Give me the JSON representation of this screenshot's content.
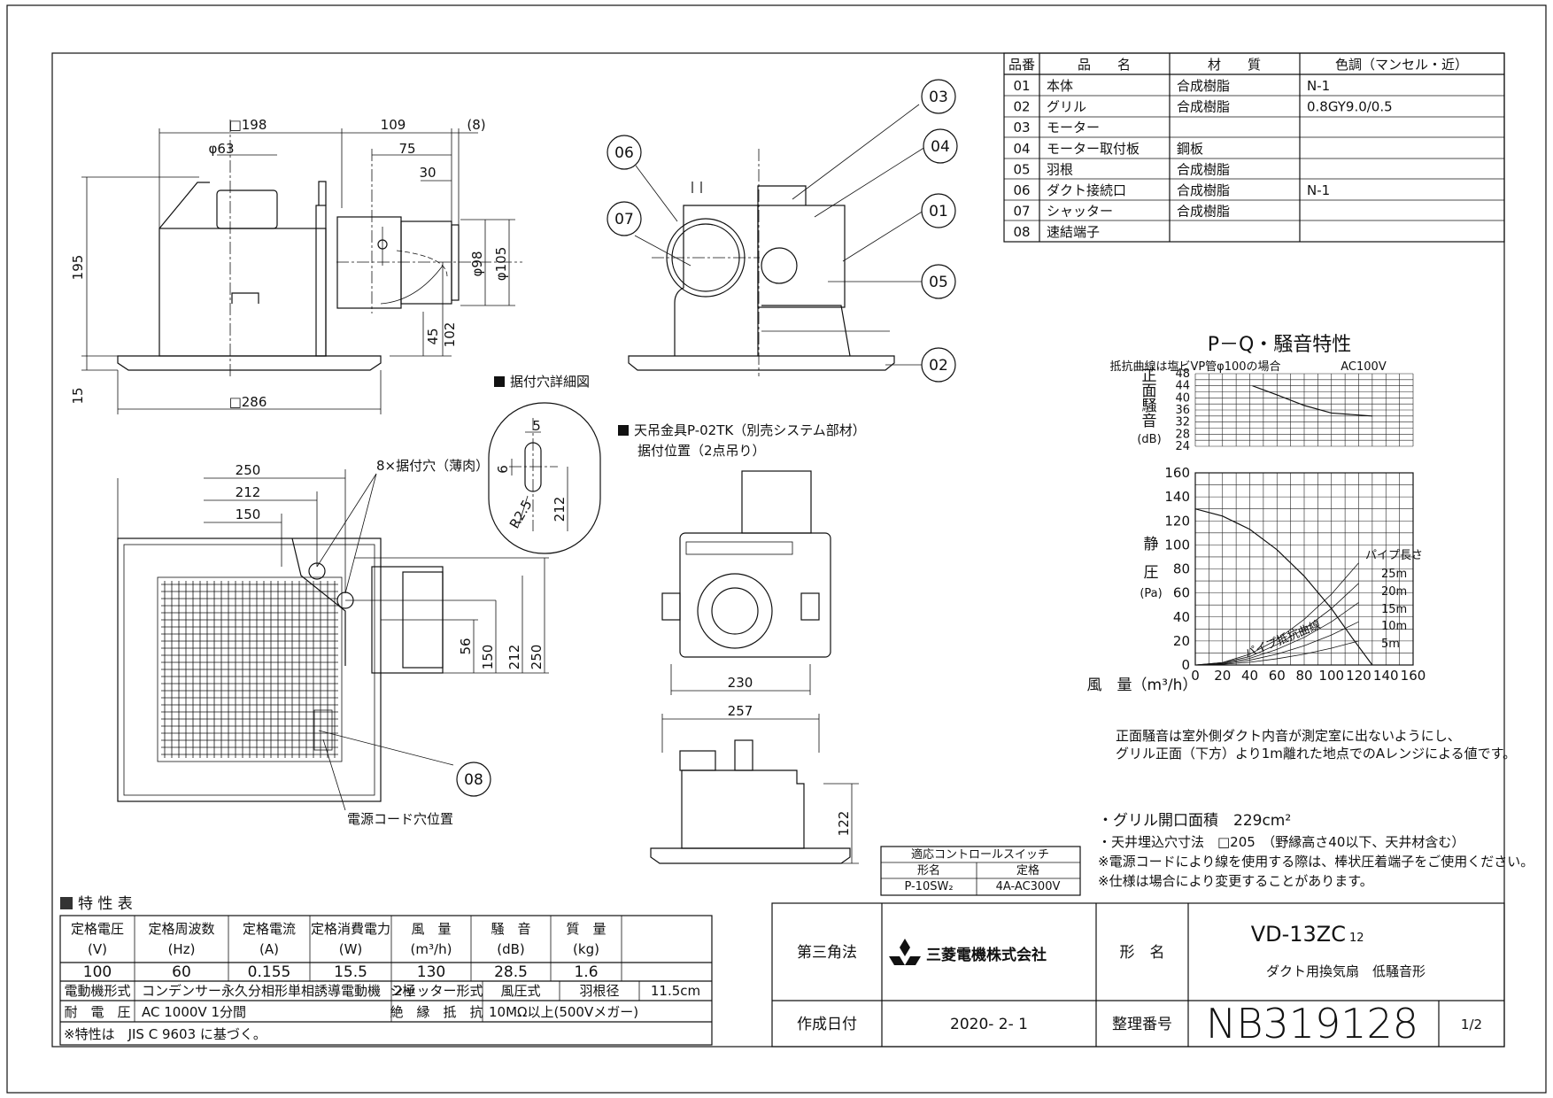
{
  "parts_table": {
    "headers": [
      "品番",
      "品　　名",
      "材　　質",
      "色調（マンセル・近）"
    ],
    "rows": [
      [
        "01",
        "本体",
        "合成樹脂",
        "N-1"
      ],
      [
        "02",
        "グリル",
        "合成樹脂",
        "0.8GY9.0/0.5"
      ],
      [
        "03",
        "モーター",
        "",
        ""
      ],
      [
        "04",
        "モーター取付板",
        "鋼板",
        ""
      ],
      [
        "05",
        "羽根",
        "合成樹脂",
        ""
      ],
      [
        "06",
        "ダクト接続口",
        "合成樹脂",
        "N-1"
      ],
      [
        "07",
        "シャッター",
        "合成樹脂",
        ""
      ],
      [
        "08",
        "速結端子",
        "",
        ""
      ]
    ]
  },
  "dimensions": {
    "front_view": [
      "□198",
      "φ63",
      "109",
      "(8)",
      "75",
      "30",
      "195",
      "φ98",
      "φ105",
      "45",
      "102",
      "15",
      "□286"
    ],
    "plan_view": [
      "250",
      "212",
      "150",
      "8×据付穴（薄肉）",
      "56",
      "150",
      "212",
      "250",
      "電源コード穴位置"
    ],
    "detail": [
      "5",
      "6",
      "212",
      "R2.5"
    ],
    "hanger_view": [
      "230",
      "257",
      "122"
    ]
  },
  "callouts": [
    "03",
    "04",
    "01",
    "05",
    "02",
    "06",
    "07",
    "08"
  ],
  "labels": {
    "detail_title": "据付穴詳細図",
    "hanger_title": "天吊金具P-02TK（別売システム部材）",
    "hanger_sub": "据付位置（2点吊り）"
  },
  "chart_data": [
    {
      "type": "line",
      "title": "P－Q・騒音特性",
      "subtitle": "抵抗曲線は塩ビVP管φ100の場合",
      "note": "AC100V",
      "ylabel": "正面騒音 (dB)",
      "ylim": [
        24,
        48
      ],
      "yticks": [
        24,
        28,
        32,
        36,
        40,
        44,
        48
      ],
      "xlim": [
        0,
        160
      ],
      "grid": true,
      "series": [
        {
          "values": [
            [
              42,
              44
            ],
            [
              60,
              41
            ],
            [
              80,
              37.5
            ],
            [
              100,
              35
            ],
            [
              130,
              34
            ]
          ]
        }
      ]
    },
    {
      "type": "line",
      "xlabel": "風　量（m³/h）",
      "ylabel": "静圧 (Pa)",
      "xlim": [
        0,
        160
      ],
      "ylim": [
        0,
        160
      ],
      "xticks": [
        0,
        20,
        40,
        60,
        80,
        100,
        120,
        140,
        160
      ],
      "yticks": [
        0,
        20,
        40,
        60,
        80,
        100,
        120,
        140,
        160
      ],
      "grid": true,
      "legend_title": "パイプ長さ",
      "legend": [
        "25m",
        "20m",
        "15m",
        "10m",
        "5m"
      ],
      "curve_label": "パイプ抵抗曲線",
      "series": [
        {
          "values": [
            [
              0,
              130
            ],
            [
              20,
              124
            ],
            [
              40,
              113
            ],
            [
              60,
              96
            ],
            [
              80,
              74
            ],
            [
              100,
              47
            ],
            [
              115,
              23
            ],
            [
              130,
              0
            ]
          ]
        },
        {
          "name": "25m",
          "values": [
            [
              0,
              0
            ],
            [
              20,
              2
            ],
            [
              40,
              9
            ],
            [
              60,
              21
            ],
            [
              80,
              38
            ],
            [
              100,
              59
            ],
            [
              120,
              85
            ]
          ]
        },
        {
          "name": "20m",
          "values": [
            [
              0,
              0
            ],
            [
              20,
              2
            ],
            [
              40,
              7
            ],
            [
              60,
              17
            ],
            [
              80,
              30
            ],
            [
              100,
              47
            ],
            [
              120,
              68
            ]
          ]
        },
        {
          "name": "15m",
          "values": [
            [
              0,
              0
            ],
            [
              20,
              1.5
            ],
            [
              40,
              5.5
            ],
            [
              60,
              13
            ],
            [
              80,
              23
            ],
            [
              100,
              36
            ],
            [
              120,
              52
            ]
          ]
        },
        {
          "name": "10m",
          "values": [
            [
              0,
              0
            ],
            [
              20,
              1
            ],
            [
              40,
              4
            ],
            [
              60,
              9
            ],
            [
              80,
              16
            ],
            [
              100,
              25
            ],
            [
              120,
              36
            ]
          ]
        },
        {
          "name": "5m",
          "values": [
            [
              0,
              0
            ],
            [
              20,
              0.6
            ],
            [
              40,
              2.3
            ],
            [
              60,
              5.2
            ],
            [
              80,
              9
            ],
            [
              100,
              14
            ],
            [
              120,
              20
            ]
          ]
        }
      ]
    }
  ],
  "notes": {
    "noise_line1": "正面騒音は室外側ダクト内音が測定室に出ないようにし、",
    "noise_line2": "グリル正面（下方）より1m離れた地点でのAレンジによる値です。",
    "spec1": "・グリル開口面積　229cm²",
    "spec2": "・天井埋込穴寸法　□205　（野縁高さ40以下、天井材含む）",
    "spec3": "※電源コードにより線を使用する際は、棒状圧着端子をご使用ください。",
    "spec4": "※仕様は場合により変更することがあります。"
  },
  "switch_table": {
    "title": "適応コントロールスイッチ",
    "headers": [
      "形名",
      "定格"
    ],
    "row": [
      "P-10SW₂",
      "4A-AC300V"
    ]
  },
  "characteristics": {
    "title": "特 性 表",
    "headers": [
      [
        "定格電圧",
        "(V)"
      ],
      [
        "定格周波数",
        "(Hz)"
      ],
      [
        "定格電流",
        "(A)"
      ],
      [
        "定格消費電力",
        "(W)"
      ],
      [
        "風　量",
        "(m³/h)"
      ],
      [
        "騒　音",
        "(dB)"
      ],
      [
        "質　量",
        "(kg)"
      ]
    ],
    "values": [
      "100",
      "60",
      "0.155",
      "15.5",
      "130",
      "28.5",
      "1.6"
    ],
    "motor_label": "電動機形式",
    "motor_value": "コンデンサー永久分相形単相誘導電動機　2極",
    "shutter_label": "シャッター形式",
    "shutter_value": "風圧式",
    "blade_label": "羽根径",
    "blade_value": "11.5cm",
    "voltage_label": "耐　電　圧",
    "voltage_value": "AC 1000V 1分間",
    "insulation_label": "絶　縁　抵　抗",
    "insulation_value": "10MΩ以上(500Vメガー)",
    "footnote": "※特性は　JIS C 9603 に基づく。"
  },
  "title_block": {
    "projection": "第三角法",
    "company": "三菱電機株式会社",
    "model_label": "形　名",
    "model": "VD-13ZC",
    "model_suffix": "12",
    "description": "ダクト用換気扇　低騒音形",
    "date_label": "作成日付",
    "date": "2020- 2- 1",
    "number_label": "整理番号",
    "number": "NB319128",
    "sheet": "1/2"
  }
}
